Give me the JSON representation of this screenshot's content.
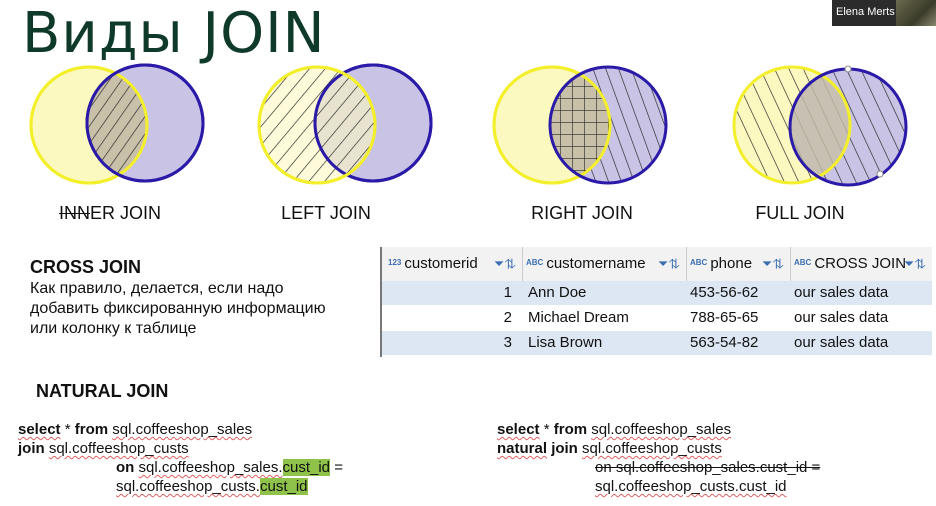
{
  "title": "Виды JOIN",
  "participant": {
    "name": "Elena Merts"
  },
  "joins": [
    {
      "label_struck": "INN",
      "label_rest": "ER JOIN"
    },
    {
      "label": "LEFT JOIN"
    },
    {
      "label": "RIGHT JOIN"
    },
    {
      "label": "FULL JOIN"
    }
  ],
  "cross": {
    "title": "CROSS JOIN",
    "description": "Как правило, делается, если надо добавить фиксированную информацию или колонку к таблице"
  },
  "table": {
    "headers": [
      {
        "type": "123",
        "name": "customerid"
      },
      {
        "type": "ABC",
        "name": "customername"
      },
      {
        "type": "ABC",
        "name": "phone"
      },
      {
        "type": "ABC",
        "name": "CROSS JOIN"
      }
    ],
    "rows": [
      {
        "id": "1",
        "name": "Ann Doe",
        "phone": "453-56-62",
        "cross": "our sales data"
      },
      {
        "id": "2",
        "name": "Michael Dream",
        "phone": "788-65-65",
        "cross": "our sales data"
      },
      {
        "id": "3",
        "name": "Lisa Brown",
        "phone": "563-54-82",
        "cross": "our sales data"
      }
    ]
  },
  "natural": {
    "title": "NATURAL JOIN"
  },
  "code_left": {
    "l1_kw": "select",
    "l1_star": "*",
    "l1_from": "from",
    "l1_table": "sql.coffeeshop_sales",
    "l2_kw": "join",
    "l2_table": "sql.coffeeshop_custs",
    "l3_on": "on",
    "l3_a": "sql.coffeeshop_sales.",
    "l3_b": "cust_id",
    "l3_eq": "=",
    "l4_a": "sql.coffeeshop_custs.",
    "l4_b": "cust_id"
  },
  "code_right": {
    "l1_kw": "select",
    "l1_star": "*",
    "l1_from": "from",
    "l1_table": "sql.coffeeshop_sales",
    "l2_kw1": "natural",
    "l2_kw2": "join",
    "l2_table": "sql.coffeeshop_custs",
    "l3_struck": "on sql.coffeeshop_sales.cust_id =",
    "l4": "sql.coffeeshop_custs.cust_id"
  },
  "colors": {
    "title": "#0f3a2a",
    "yellow_circle": "#fbf8c0",
    "yellow_stroke": "#f3ef2b",
    "purple_circle": "#c9c3e6",
    "purple_stroke": "#2a1aa8",
    "overlap": "#c8c0a8",
    "row_highlight": "#dde7f3",
    "code_highlight": "#8fc24a"
  }
}
